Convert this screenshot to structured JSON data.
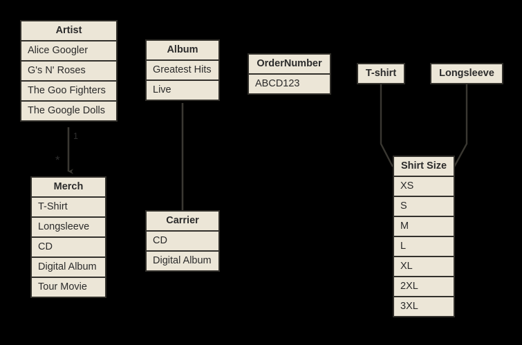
{
  "diagram": {
    "type": "entity-relationship-diagram",
    "background_color": "#000000",
    "box_fill_color": "#ece6d7",
    "box_border_color": "#32302b",
    "text_color": "#2b2b2b",
    "entities": [
      {
        "id": "artist",
        "title": "Artist",
        "rows": [
          "Alice Googler",
          "G's N' Roses",
          "The Goo Fighters",
          "The Google Dolls"
        ]
      },
      {
        "id": "album",
        "title": "Album",
        "rows": [
          "Greatest Hits",
          "Live"
        ]
      },
      {
        "id": "ordernumber",
        "title": "OrderNumber",
        "rows": [
          "ABCD123"
        ]
      },
      {
        "id": "tshirt",
        "title": "T-shirt",
        "rows": []
      },
      {
        "id": "longsleeve",
        "title": "Longsleeve",
        "rows": []
      },
      {
        "id": "merch",
        "title": "Merch",
        "rows": [
          "T-Shirt",
          "Longsleeve",
          "CD",
          "Digital Album",
          "Tour Movie"
        ]
      },
      {
        "id": "carrier",
        "title": "Carrier",
        "rows": [
          "CD",
          "Digital Album"
        ]
      },
      {
        "id": "shirtsize",
        "title": "Shirt Size",
        "rows": [
          "XS",
          "S",
          "M",
          "L",
          "XL",
          "2XL",
          "3XL"
        ]
      }
    ],
    "multiplicities": {
      "artist_merch_source": "1",
      "artist_merch_target": "*"
    },
    "connectors": [
      {
        "from": "artist",
        "to": "merch",
        "arrow": true
      },
      {
        "from": "album",
        "to": "carrier",
        "arrow": false
      },
      {
        "from": "tshirt",
        "to": "shirtsize",
        "arrow": false
      },
      {
        "from": "longsleeve",
        "to": "shirtsize",
        "arrow": false
      }
    ]
  }
}
